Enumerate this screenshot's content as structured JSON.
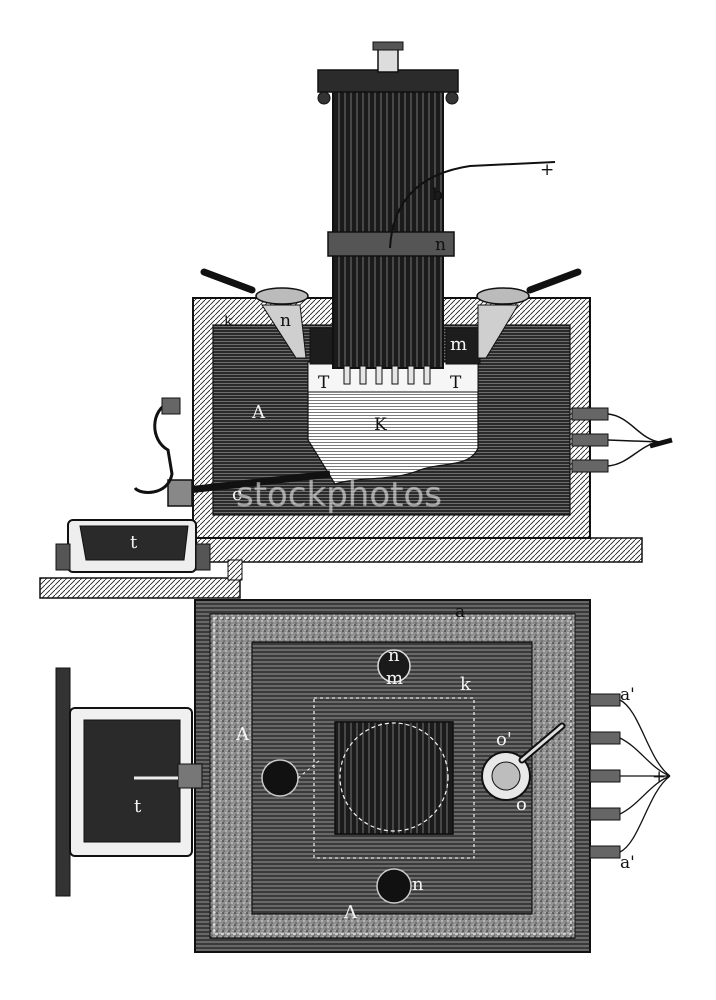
{
  "figure": {
    "type": "engraving",
    "subject": "electrolytic furnace, section and plan",
    "colors": {
      "ink": "#1a1a1a",
      "paper": "#ffffff",
      "stipple": "#555555"
    }
  },
  "elevation_labels": {
    "b": "b",
    "n_clamp": "n",
    "k_top": "k",
    "n_left": "n",
    "m": "m",
    "t_left": "T",
    "t_right": "T",
    "A": "A",
    "K": "K",
    "c": "c",
    "t": "t",
    "wire_mark": "+"
  },
  "plan_labels": {
    "a": "a",
    "n_top": "n",
    "m": "m",
    "k": "k",
    "A_left": "A",
    "o_prime": "o'",
    "o": "o",
    "a_prime_top": "a'",
    "a_prime_bottom": "a'",
    "n_bottom": "n",
    "A_bottom": "A",
    "t": "t",
    "wire_mark": "+"
  },
  "watermark": "stockphotos"
}
